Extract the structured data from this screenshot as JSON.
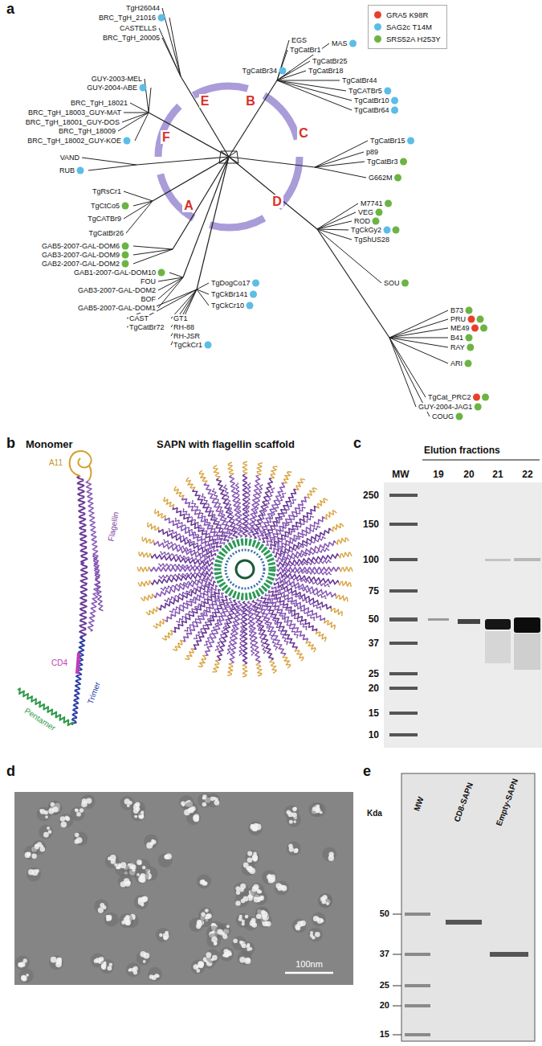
{
  "diagram": {
    "nodes": [
      {
        "text": [
          "100nm"
        ]
      }
    ],
    "labels": [
      "a",
      "TgH26044",
      "BRC_TgH_21016",
      "CASTELLS",
      "BRC_TgH_20005",
      "EGS",
      "TgCatBr1",
      "MAS",
      "TgCatBr25",
      "TgCatBr18",
      "TgCatBr34",
      "TgCatBr44",
      "TgCATBr5",
      "TgCatBr10",
      "TgCatBr64",
      "TgCatBr15",
      "p89",
      "TgCatBr3",
      "G662M",
      "M7741",
      "VEG",
      "ROD",
      "TgCkGy2",
      "TgShUS28",
      "SOU",
      "B73",
      "PRU",
      "ME49",
      "B41",
      "RAY",
      "ARI",
      "TgCat_PRC2",
      "GUY-2004-JAG1",
      "COUG",
      "TgCkCr10",
      "TgCkBr141",
      "TgCkCr1",
      "RH-JSR",
      "RH-88",
      "GT1",
      "TgDogCo17",
      "CAST",
      "TgCatBr72",
      "BOF",
      "GAB3-2007-GAL-DOM2",
      "FOU",
      "GAB5-2007-GAL-DOM1",
      "GAB1-2007-GAL-DOM10",
      "GAB2-2007-GAL-DOM2",
      "GAB3-2007-GAL-DOM9",
      "GAB5-2007-GAL-DOM6",
      "TgCatBr26",
      "TgCATBr9",
      "TgCtCo5",
      "TgRsCr1",
      "RUB",
      "VAND",
      "BRC_TgH_18002_GUY-KOE",
      "BRC_TgH_18009",
      "BRC_TgH_18001_GUY-DOS",
      "BRC_TgH_18003_GUY-MAT",
      "BRC_TgH_18021",
      "GUY-2004-ABE",
      "GUY-2003-MEL",
      "E",
      "B",
      "F",
      "C",
      "A",
      "D",
      "b",
      "Monomer",
      "SAPN with flagellin scaffold",
      "A11",
      "Flagellin",
      "CD4",
      "Trimer",
      "Pentamer",
      "c",
      "Elution fractions",
      "MW",
      "19",
      "20",
      "21",
      "22",
      "250",
      "150",
      "100",
      "75",
      "50",
      "37",
      "25",
      "20",
      "15",
      "10",
      "d",
      "e",
      "Kda",
      "MW",
      "CD8-SAPN",
      "Empty-SAPN",
      "50",
      "37",
      "25",
      "20",
      "15"
    ],
    "legend": [
      {
        "text": "GRA5 K98R",
        "color": "#e8402a"
      },
      {
        "text": "SAG2c T14M",
        "color": "#5cbde6"
      },
      {
        "text": "SRS52A H253Y",
        "color": "#6cb442"
      }
    ]
  }
}
